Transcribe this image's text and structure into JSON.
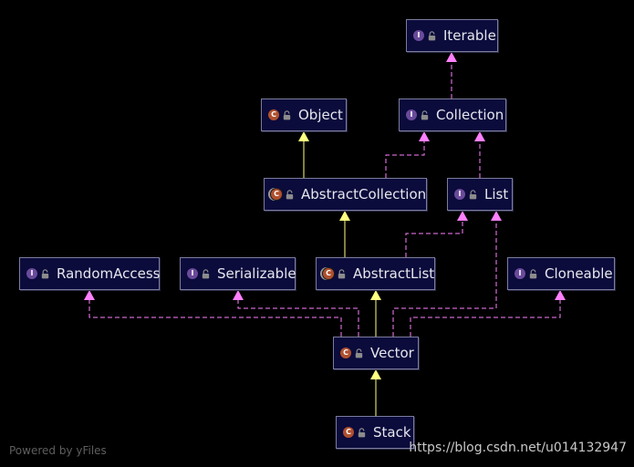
{
  "nodes": {
    "iterable": {
      "label": "Iterable",
      "kind": "I",
      "icon": "interface-icon"
    },
    "object": {
      "label": "Object",
      "kind": "C",
      "icon": "class-icon"
    },
    "collection": {
      "label": "Collection",
      "kind": "I",
      "icon": "interface-icon"
    },
    "abstract_collection": {
      "label": "AbstractCollection",
      "kind": "C",
      "icon": "abstract-class-icon"
    },
    "list": {
      "label": "List",
      "kind": "I",
      "icon": "interface-icon"
    },
    "random_access": {
      "label": "RandomAccess",
      "kind": "I",
      "icon": "interface-icon"
    },
    "serializable": {
      "label": "Serializable",
      "kind": "I",
      "icon": "interface-icon"
    },
    "abstract_list": {
      "label": "AbstractList",
      "kind": "C",
      "icon": "abstract-class-icon"
    },
    "cloneable": {
      "label": "Cloneable",
      "kind": "I",
      "icon": "interface-icon"
    },
    "vector": {
      "label": "Vector",
      "kind": "C",
      "icon": "class-icon"
    },
    "stack": {
      "label": "Stack",
      "kind": "C",
      "icon": "class-icon"
    }
  },
  "edges": [
    {
      "from": "Collection",
      "to": "Iterable",
      "type": "implements"
    },
    {
      "from": "AbstractCollection",
      "to": "Object",
      "type": "extends"
    },
    {
      "from": "AbstractCollection",
      "to": "Collection",
      "type": "implements"
    },
    {
      "from": "List",
      "to": "Collection",
      "type": "implements"
    },
    {
      "from": "AbstractList",
      "to": "AbstractCollection",
      "type": "extends"
    },
    {
      "from": "AbstractList",
      "to": "List",
      "type": "implements"
    },
    {
      "from": "Vector",
      "to": "AbstractList",
      "type": "extends"
    },
    {
      "from": "Vector",
      "to": "List",
      "type": "implements"
    },
    {
      "from": "Vector",
      "to": "RandomAccess",
      "type": "implements"
    },
    {
      "from": "Vector",
      "to": "Serializable",
      "type": "implements"
    },
    {
      "from": "Vector",
      "to": "Cloneable",
      "type": "implements"
    },
    {
      "from": "Stack",
      "to": "Vector",
      "type": "extends"
    }
  ],
  "colors": {
    "background": "#000000",
    "node_fill": "#0b0b3c",
    "extends_line": "#ffff80",
    "implements_line": "#ff80ff"
  },
  "footer": {
    "powered_by": "Powered by yFiles",
    "watermark": "https://blog.csdn.net/u014132947"
  }
}
